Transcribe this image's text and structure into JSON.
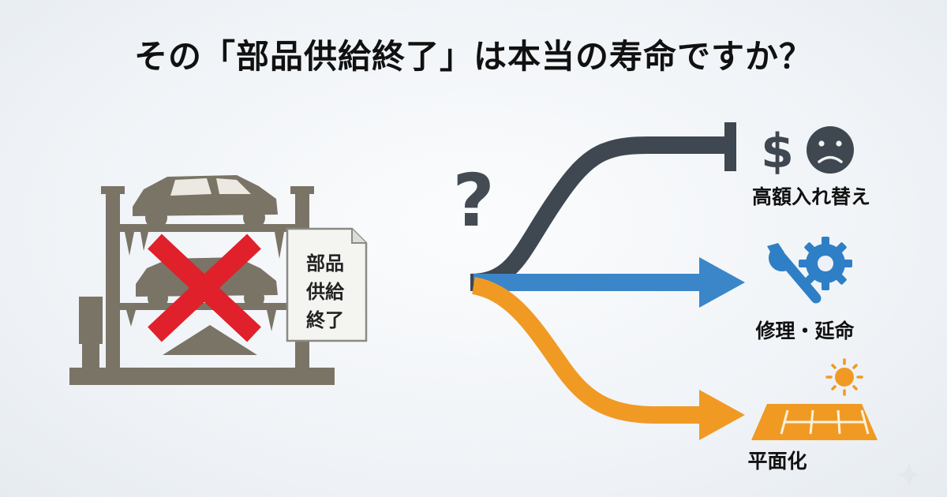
{
  "title": "その「部品供給終了」は本当の寿命ですか？",
  "document": {
    "lines": [
      "部品",
      "供給",
      "終了"
    ]
  },
  "question_mark": "?",
  "outcomes": {
    "top": {
      "label": "高額入れ替え",
      "icons": [
        "dollar-icon",
        "sad-face-icon"
      ],
      "color": "#3f4750"
    },
    "middle": {
      "label": "修理・延命",
      "icons": [
        "wrench-gear-icon"
      ],
      "color": "#3b86c8"
    },
    "bottom": {
      "label": "平面化",
      "icons": [
        "sun-icon",
        "flat-parking-icon"
      ],
      "color": "#f09a24"
    }
  },
  "colors": {
    "structure": "#7a7466",
    "cross": "#e0202a",
    "icon_blue": "#2f7fc7"
  }
}
